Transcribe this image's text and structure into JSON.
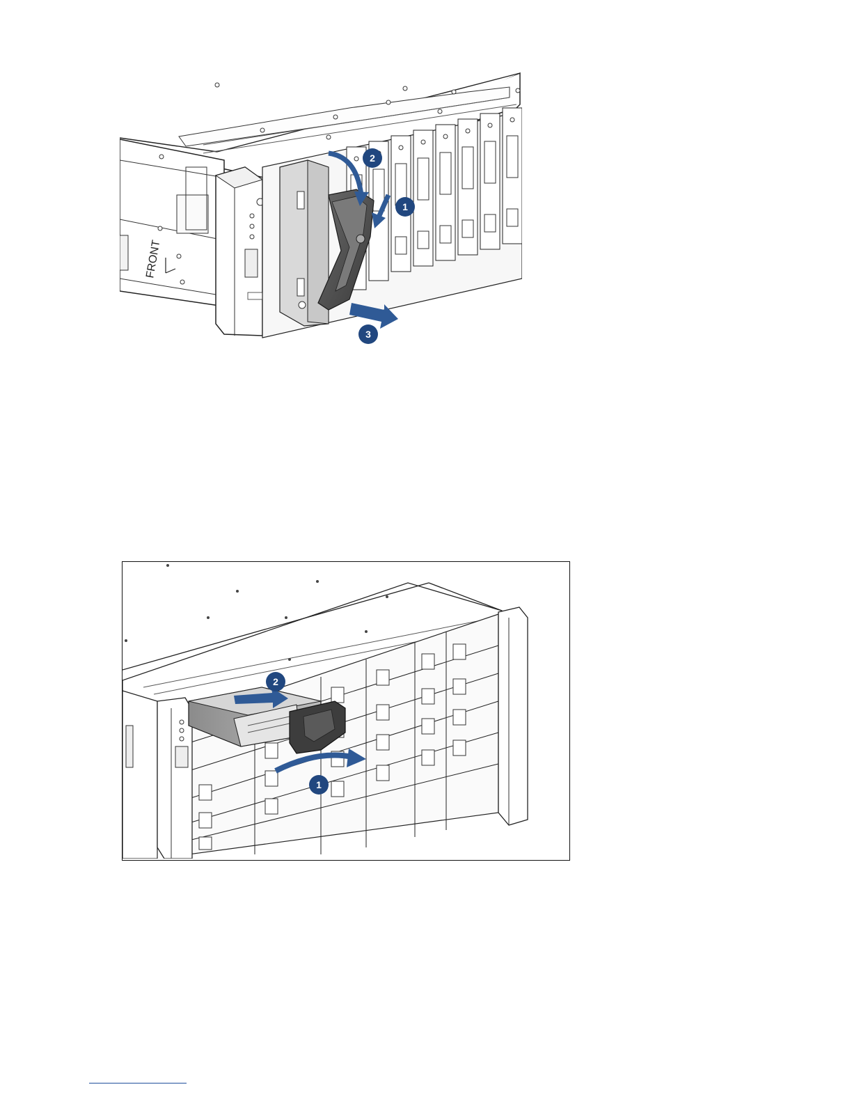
{
  "figure1": {
    "front_label": "FRONT",
    "steps": [
      "1",
      "2",
      "3"
    ],
    "arrow_color": "#2f5a96",
    "badge_color": "#21477f"
  },
  "figure2": {
    "steps": [
      "1",
      "2"
    ],
    "arrow_color": "#2f5a96",
    "badge_color": "#21477f"
  },
  "footer": {
    "rule_color": "#1f4e9c"
  }
}
